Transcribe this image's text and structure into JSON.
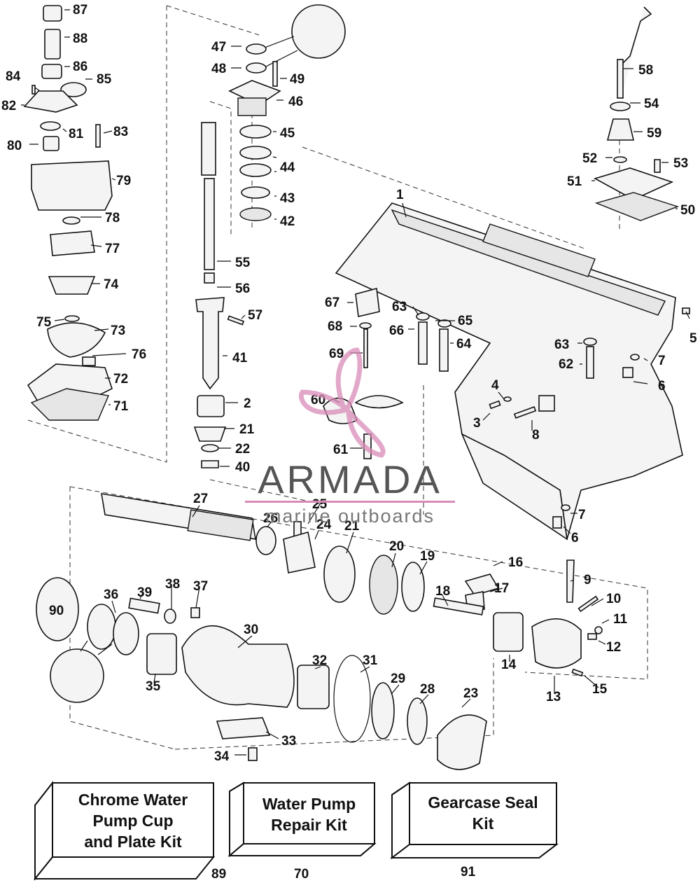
{
  "watermark": {
    "brand": "ARMADA",
    "tagline": "marine outboards",
    "accent_color": "#d98bb7"
  },
  "callouts": [
    "87",
    "88",
    "86",
    "85",
    "84",
    "82",
    "81",
    "83",
    "80",
    "79",
    "78",
    "77",
    "74",
    "75",
    "73",
    "76",
    "72",
    "71",
    "47",
    "48",
    "49",
    "46",
    "45",
    "44",
    "43",
    "42",
    "55",
    "56",
    "57",
    "41",
    "2",
    "21",
    "22",
    "40",
    "58",
    "54",
    "59",
    "52",
    "53",
    "51",
    "50",
    "1",
    "67",
    "63",
    "65",
    "68",
    "66",
    "64",
    "69",
    "5",
    "63",
    "7",
    "62",
    "6",
    "4",
    "60",
    "3",
    "8",
    "61",
    "7",
    "6",
    "27",
    "25",
    "26",
    "24",
    "21",
    "20",
    "19",
    "16",
    "9",
    "17",
    "18",
    "10",
    "11",
    "12",
    "14",
    "13",
    "15",
    "90",
    "36",
    "39",
    "38",
    "37",
    "30",
    "35",
    "32",
    "31",
    "29",
    "28",
    "23",
    "33",
    "34"
  ],
  "kits": [
    {
      "label_lines": [
        "Chrome Water",
        "Pump Cup",
        "and Plate Kit"
      ],
      "number": "89"
    },
    {
      "label_lines": [
        "Water Pump",
        "Repair Kit"
      ],
      "number": "70"
    },
    {
      "label_lines": [
        "Gearcase Seal",
        "Kit"
      ],
      "number": "91"
    }
  ]
}
